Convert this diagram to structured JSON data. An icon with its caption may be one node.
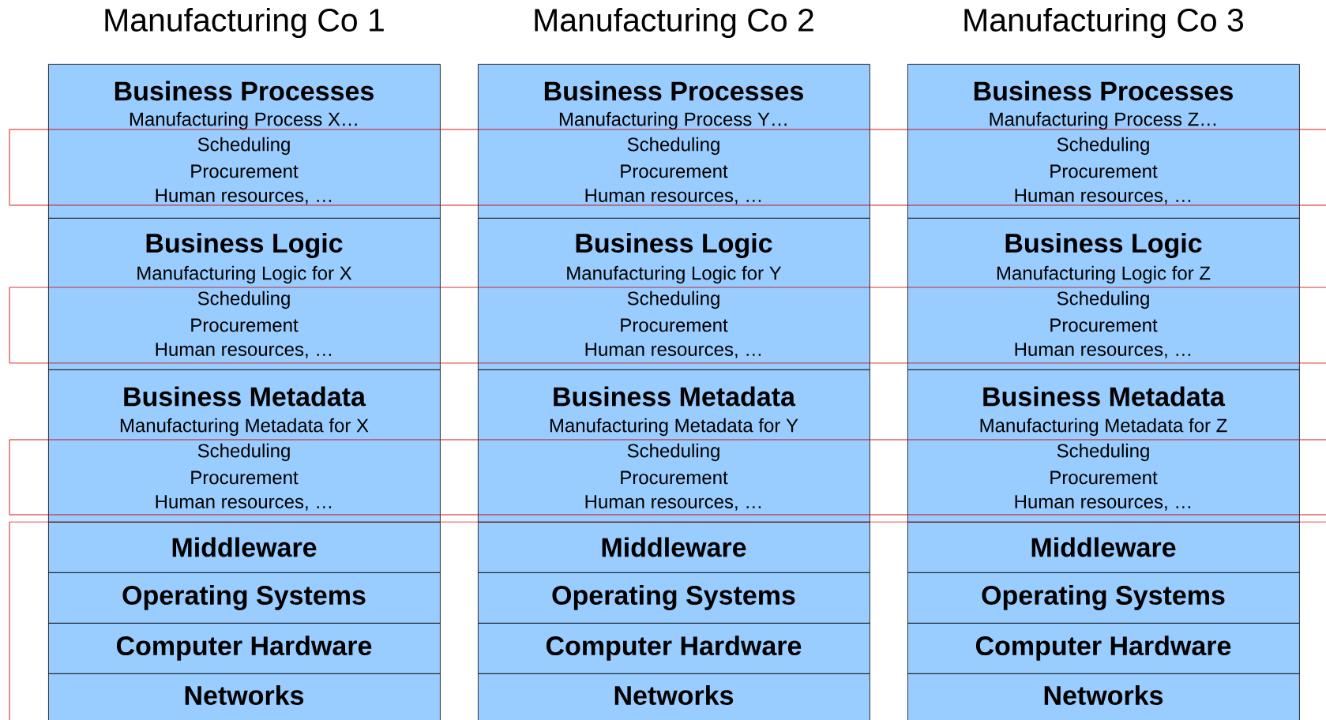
{
  "diagram": {
    "labels": [
      "Manufacturing Co 1",
      "Manufacturing Co 2",
      "Manufacturing Co 3"
    ],
    "nodes": [
      {
        "text": [
          "Business Processes",
          "Manufacturing Process X…",
          "Scheduling",
          "Procurement",
          "Human resources, …"
        ]
      },
      {
        "text": [
          "Business Logic",
          "Manufacturing Logic for X",
          "Scheduling",
          "Procurement",
          "Human resources, …"
        ]
      },
      {
        "text": [
          "Business Metadata",
          "Manufacturing Metadata for X",
          "Scheduling",
          "Procurement",
          "Human resources, …"
        ]
      },
      {
        "text": [
          "Middleware"
        ]
      },
      {
        "text": [
          "Operating Systems"
        ]
      },
      {
        "text": [
          "Computer Hardware"
        ]
      },
      {
        "text": [
          "Networks"
        ]
      },
      {
        "text": [
          "Business Processes",
          "Manufacturing Process Y…",
          "Scheduling",
          "Procurement",
          "Human resources, …"
        ]
      },
      {
        "text": [
          "Business Logic",
          "Manufacturing Logic for Y",
          "Scheduling",
          "Procurement",
          "Human resources, …"
        ]
      },
      {
        "text": [
          "Business Metadata",
          "Manufacturing Metadata for Y",
          "Scheduling",
          "Procurement",
          "Human resources, …"
        ]
      },
      {
        "text": [
          "Middleware"
        ]
      },
      {
        "text": [
          "Operating Systems"
        ]
      },
      {
        "text": [
          "Computer Hardware"
        ]
      },
      {
        "text": [
          "Networks"
        ]
      },
      {
        "text": [
          "Business Processes",
          "Manufacturing Process Z…",
          "Scheduling",
          "Procurement",
          "Human resources, …"
        ]
      },
      {
        "text": [
          "Business Logic",
          "Manufacturing Logic for Z",
          "Scheduling",
          "Procurement",
          "Human resources, …"
        ]
      },
      {
        "text": [
          "Business Metadata",
          "Manufacturing Metadata for Z",
          "Scheduling",
          "Procurement",
          "Human resources, …"
        ]
      },
      {
        "text": [
          "Middleware"
        ]
      },
      {
        "text": [
          "Operating Systems"
        ]
      },
      {
        "text": [
          "Computer Hardware"
        ]
      },
      {
        "text": [
          "Networks"
        ]
      }
    ]
  }
}
